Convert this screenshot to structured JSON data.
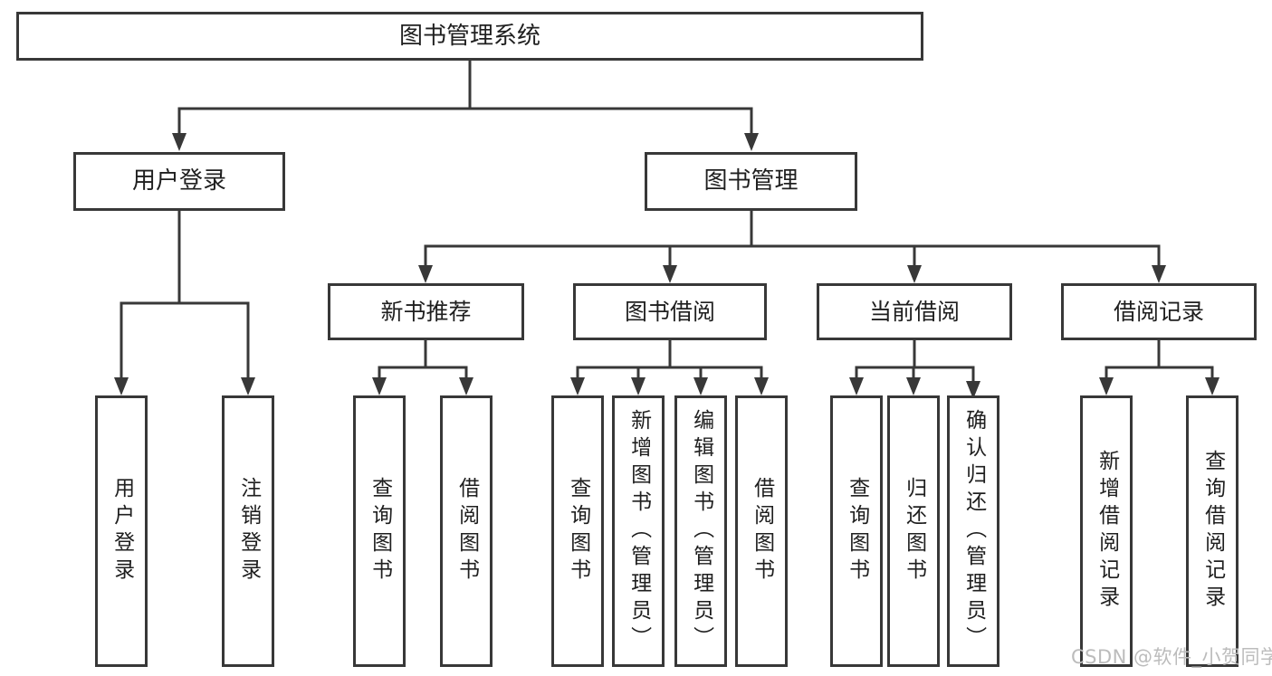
{
  "diagram": {
    "root": "图书管理系统",
    "user_login": {
      "label": "用户登录",
      "children": [
        "用户登录",
        "注销登录"
      ]
    },
    "book_mgmt": {
      "label": "图书管理",
      "sections": {
        "new_books": {
          "label": "新书推荐",
          "children": [
            "查询图书",
            "借阅图书"
          ]
        },
        "borrowing": {
          "label": "图书借阅",
          "children": [
            "查询图书",
            "新增图书（管理员）",
            "编辑图书（管理员）",
            "借阅图书"
          ]
        },
        "current": {
          "label": "当前借阅",
          "children": [
            "查询图书",
            "归还图书",
            "确认归还（管理员）"
          ]
        },
        "records": {
          "label": "借阅记录",
          "children": [
            "新增借阅记录",
            "查询借阅记录"
          ]
        }
      }
    }
  },
  "watermark": "CSDN @软件_小贺同学",
  "colors": {
    "line": "#383838",
    "text": "#1f1f1f",
    "box_bg": "#ffffff",
    "page_bg": "#ffffff",
    "watermark": "#bcbcbc"
  }
}
